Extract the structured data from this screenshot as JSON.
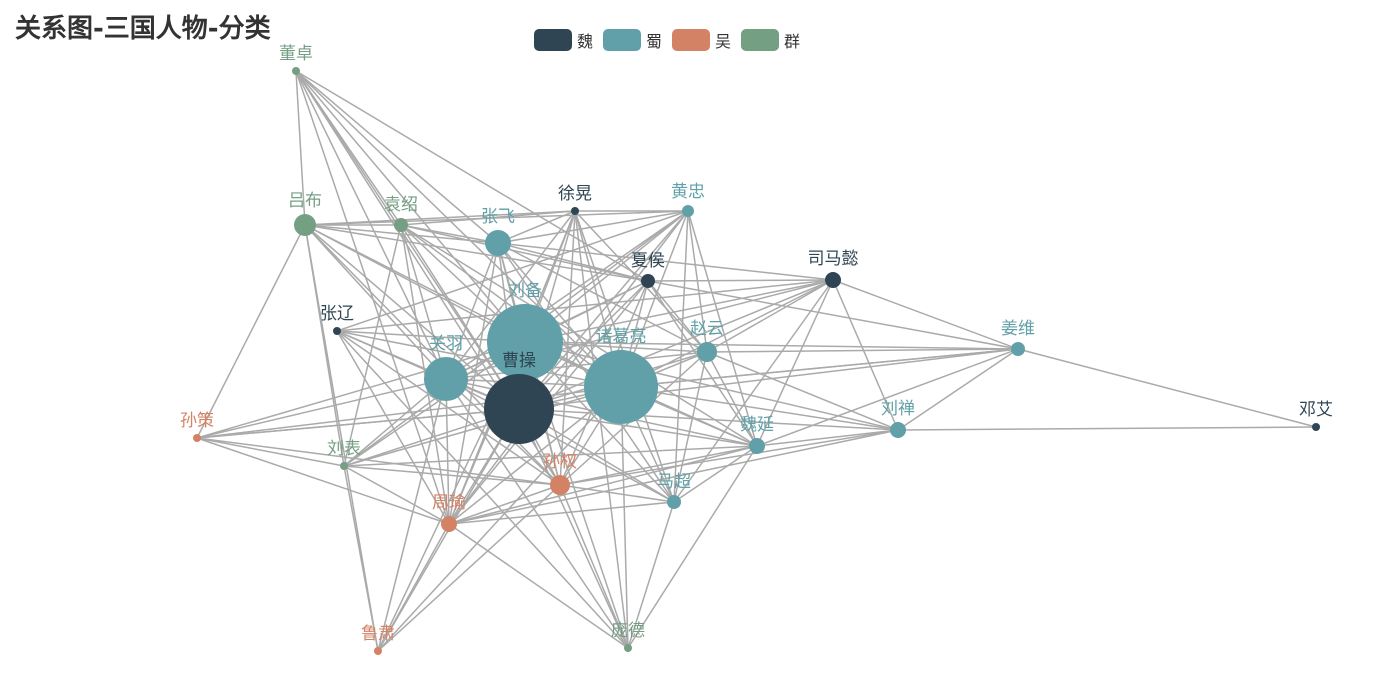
{
  "title": "关系图-三国人物-分类",
  "categories": [
    {
      "name": "魏",
      "color": "#2f4554"
    },
    {
      "name": "蜀",
      "color": "#61a0a8"
    },
    {
      "name": "吴",
      "color": "#d48265"
    },
    {
      "name": "群",
      "color": "#749f83"
    }
  ],
  "nodes": [
    {
      "name": "董卓",
      "category": 3,
      "size": 8
    },
    {
      "name": "吕布",
      "category": 3,
      "size": 22
    },
    {
      "name": "袁绍",
      "category": 3,
      "size": 14
    },
    {
      "name": "张飞",
      "category": 1,
      "size": 26
    },
    {
      "name": "徐晃",
      "category": 0,
      "size": 8
    },
    {
      "name": "黄忠",
      "category": 1,
      "size": 12
    },
    {
      "name": "夏侯",
      "category": 0,
      "size": 14
    },
    {
      "name": "司马懿",
      "category": 0,
      "size": 16
    },
    {
      "name": "张辽",
      "category": 0,
      "size": 8
    },
    {
      "name": "刘备",
      "category": 1,
      "size": 76
    },
    {
      "name": "诸葛亮",
      "category": 1,
      "size": 74
    },
    {
      "name": "赵云",
      "category": 1,
      "size": 20
    },
    {
      "name": "姜维",
      "category": 1,
      "size": 14
    },
    {
      "name": "关羽",
      "category": 1,
      "size": 44
    },
    {
      "name": "曹操",
      "category": 0,
      "size": 70
    },
    {
      "name": "邓艾",
      "category": 0,
      "size": 8
    },
    {
      "name": "孙策",
      "category": 2,
      "size": 8
    },
    {
      "name": "刘表",
      "category": 3,
      "size": 8
    },
    {
      "name": "魏延",
      "category": 1,
      "size": 16
    },
    {
      "name": "刘禅",
      "category": 1,
      "size": 16
    },
    {
      "name": "孙权",
      "category": 2,
      "size": 20
    },
    {
      "name": "马超",
      "category": 1,
      "size": 14
    },
    {
      "name": "周瑜",
      "category": 2,
      "size": 16
    },
    {
      "name": "鲁肃",
      "category": 2,
      "size": 8
    },
    {
      "name": "庞德",
      "category": 3,
      "size": 8
    }
  ],
  "links": [
    [
      0,
      1
    ],
    [
      0,
      2
    ],
    [
      0,
      14
    ],
    [
      0,
      9
    ],
    [
      0,
      13
    ],
    [
      0,
      3
    ],
    [
      0,
      6
    ],
    [
      0,
      20
    ],
    [
      0,
      10
    ],
    [
      0,
      22
    ],
    [
      1,
      2
    ],
    [
      1,
      3
    ],
    [
      1,
      4
    ],
    [
      1,
      5
    ],
    [
      1,
      6
    ],
    [
      1,
      9
    ],
    [
      1,
      13
    ],
    [
      1,
      14
    ],
    [
      1,
      16
    ],
    [
      1,
      17
    ],
    [
      1,
      10
    ],
    [
      1,
      23
    ],
    [
      1,
      20
    ],
    [
      2,
      3
    ],
    [
      2,
      4
    ],
    [
      2,
      6
    ],
    [
      2,
      9
    ],
    [
      2,
      13
    ],
    [
      2,
      14
    ],
    [
      2,
      17
    ],
    [
      2,
      10
    ],
    [
      2,
      22
    ],
    [
      2,
      18
    ],
    [
      3,
      4
    ],
    [
      3,
      5
    ],
    [
      3,
      6
    ],
    [
      3,
      7
    ],
    [
      3,
      9
    ],
    [
      3,
      10
    ],
    [
      3,
      13
    ],
    [
      3,
      14
    ],
    [
      3,
      20
    ],
    [
      3,
      22
    ],
    [
      3,
      11
    ],
    [
      3,
      21
    ],
    [
      4,
      5
    ],
    [
      4,
      9
    ],
    [
      4,
      10
    ],
    [
      4,
      13
    ],
    [
      4,
      14
    ],
    [
      4,
      20
    ],
    [
      4,
      21
    ],
    [
      4,
      22
    ],
    [
      4,
      24
    ],
    [
      4,
      11
    ],
    [
      5,
      9
    ],
    [
      5,
      10
    ],
    [
      5,
      13
    ],
    [
      5,
      14
    ],
    [
      5,
      8
    ],
    [
      5,
      11
    ],
    [
      5,
      18
    ],
    [
      5,
      21
    ],
    [
      5,
      17
    ],
    [
      5,
      22
    ],
    [
      6,
      7
    ],
    [
      6,
      9
    ],
    [
      6,
      10
    ],
    [
      6,
      14
    ],
    [
      6,
      11
    ],
    [
      6,
      12
    ],
    [
      6,
      13
    ],
    [
      6,
      20
    ],
    [
      6,
      22
    ],
    [
      6,
      18
    ],
    [
      7,
      9
    ],
    [
      7,
      10
    ],
    [
      7,
      12
    ],
    [
      7,
      14
    ],
    [
      7,
      19
    ],
    [
      7,
      18
    ],
    [
      7,
      11
    ],
    [
      7,
      21
    ],
    [
      7,
      8
    ],
    [
      7,
      13
    ],
    [
      8,
      9
    ],
    [
      8,
      13
    ],
    [
      8,
      14
    ],
    [
      8,
      20
    ],
    [
      8,
      10
    ],
    [
      8,
      22
    ],
    [
      8,
      24
    ],
    [
      9,
      10
    ],
    [
      9,
      11
    ],
    [
      9,
      13
    ],
    [
      9,
      14
    ],
    [
      9,
      16
    ],
    [
      9,
      17
    ],
    [
      9,
      18
    ],
    [
      9,
      19
    ],
    [
      9,
      20
    ],
    [
      9,
      21
    ],
    [
      9,
      22
    ],
    [
      9,
      23
    ],
    [
      9,
      24
    ],
    [
      9,
      12
    ],
    [
      10,
      11
    ],
    [
      10,
      12
    ],
    [
      10,
      13
    ],
    [
      10,
      14
    ],
    [
      10,
      17
    ],
    [
      10,
      18
    ],
    [
      10,
      19
    ],
    [
      10,
      20
    ],
    [
      10,
      21
    ],
    [
      10,
      22
    ],
    [
      10,
      23
    ],
    [
      10,
      24
    ],
    [
      10,
      16
    ],
    [
      11,
      12
    ],
    [
      11,
      14
    ],
    [
      11,
      18
    ],
    [
      11,
      19
    ],
    [
      11,
      20
    ],
    [
      11,
      21
    ],
    [
      11,
      13
    ],
    [
      12,
      15
    ],
    [
      12,
      19
    ],
    [
      12,
      18
    ],
    [
      12,
      14
    ],
    [
      12,
      10
    ],
    [
      13,
      14
    ],
    [
      13,
      16
    ],
    [
      13,
      17
    ],
    [
      13,
      20
    ],
    [
      13,
      21
    ],
    [
      13,
      22
    ],
    [
      13,
      23
    ],
    [
      13,
      24
    ],
    [
      13,
      18
    ],
    [
      14,
      16
    ],
    [
      14,
      17
    ],
    [
      14,
      18
    ],
    [
      14,
      19
    ],
    [
      14,
      20
    ],
    [
      14,
      21
    ],
    [
      14,
      22
    ],
    [
      14,
      23
    ],
    [
      14,
      24
    ],
    [
      15,
      19
    ],
    [
      16,
      17
    ],
    [
      16,
      20
    ],
    [
      16,
      22
    ],
    [
      16,
      14
    ],
    [
      17,
      20
    ],
    [
      17,
      22
    ],
    [
      17,
      23
    ],
    [
      17,
      18
    ],
    [
      18,
      19
    ],
    [
      18,
      20
    ],
    [
      18,
      21
    ],
    [
      18,
      22
    ],
    [
      18,
      24
    ],
    [
      19,
      20
    ],
    [
      19,
      22
    ],
    [
      20,
      21
    ],
    [
      20,
      22
    ],
    [
      20,
      23
    ],
    [
      20,
      24
    ],
    [
      21,
      22
    ],
    [
      21,
      24
    ],
    [
      22,
      23
    ],
    [
      22,
      24
    ]
  ]
}
